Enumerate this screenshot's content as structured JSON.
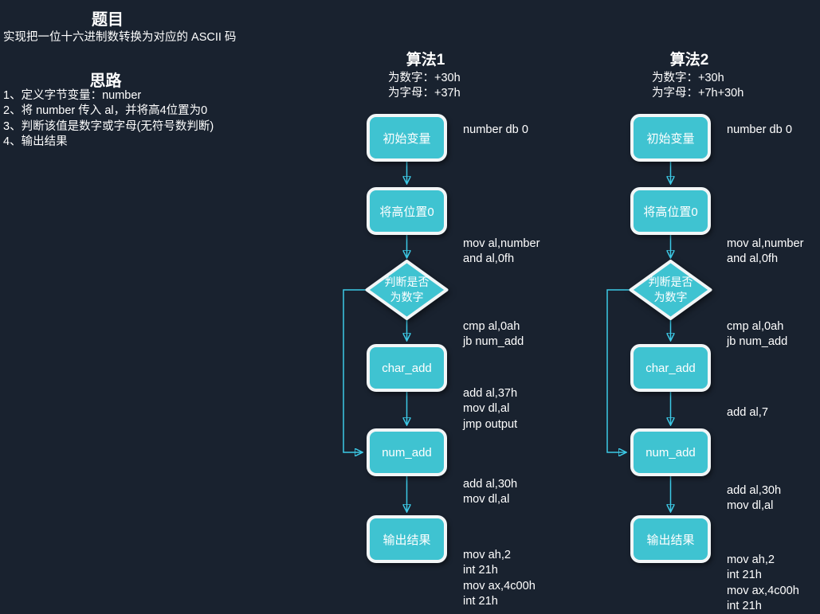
{
  "colors": {
    "background": "#19222f",
    "arrow": "#3cc9e6",
    "node_fill": "#3fc3d1",
    "node_border": "#f2f6f7",
    "text": "#ffffff"
  },
  "left_panel": {
    "title_heading": "题目",
    "title_text": "实现把一位十六进制数转换为对应的 ASCII 码",
    "idea_heading": "思路",
    "idea_items": [
      "1、定义字节变量：number",
      "2、将 number 传入 al，并将高4位置为0",
      "3、判断该值是数字或字母(无符号数判断)",
      "4、输出结果"
    ]
  },
  "charts": [
    {
      "title": "算法1",
      "notes": [
        "为数字：+30h",
        "为字母：+37h"
      ],
      "nodes": [
        {
          "shape": "rect",
          "label": "初始变量",
          "code": [
            "number db 0"
          ]
        },
        {
          "shape": "rect",
          "label": "将高位置0",
          "code": [
            "mov al,number",
            "and al,0fh"
          ]
        },
        {
          "shape": "diamond",
          "label_lines": [
            "判断是否",
            "为数字"
          ],
          "code": [
            "cmp al,0ah",
            "jb num_add"
          ]
        },
        {
          "shape": "rect",
          "label": "char_add",
          "code": [
            "add al,37h",
            "mov dl,al",
            "jmp output"
          ]
        },
        {
          "shape": "rect",
          "label": "num_add",
          "code": [
            "add al,30h",
            "mov dl,al"
          ]
        },
        {
          "shape": "rect",
          "label": "输出结果",
          "code": [
            "mov ah,2",
            "int 21h",
            "mov ax,4c00h",
            "int 21h"
          ]
        }
      ]
    },
    {
      "title": "算法2",
      "notes": [
        "为数字：+30h",
        "为字母：+7h+30h"
      ],
      "nodes": [
        {
          "shape": "rect",
          "label": "初始变量",
          "code": [
            "number db 0"
          ]
        },
        {
          "shape": "rect",
          "label": "将高位置0",
          "code": [
            "mov al,number",
            "and al,0fh"
          ]
        },
        {
          "shape": "diamond",
          "label_lines": [
            "判断是否",
            "为数字"
          ],
          "code": [
            "cmp al,0ah",
            "jb num_add"
          ]
        },
        {
          "shape": "rect",
          "label": "char_add",
          "code": [
            "add al,7"
          ]
        },
        {
          "shape": "rect",
          "label": "num_add",
          "code": [
            "add al,30h",
            "mov dl,al"
          ]
        },
        {
          "shape": "rect",
          "label": "输出结果",
          "code": [
            "mov ah,2",
            "int 21h",
            "mov ax,4c00h",
            "int 21h"
          ]
        }
      ]
    }
  ]
}
